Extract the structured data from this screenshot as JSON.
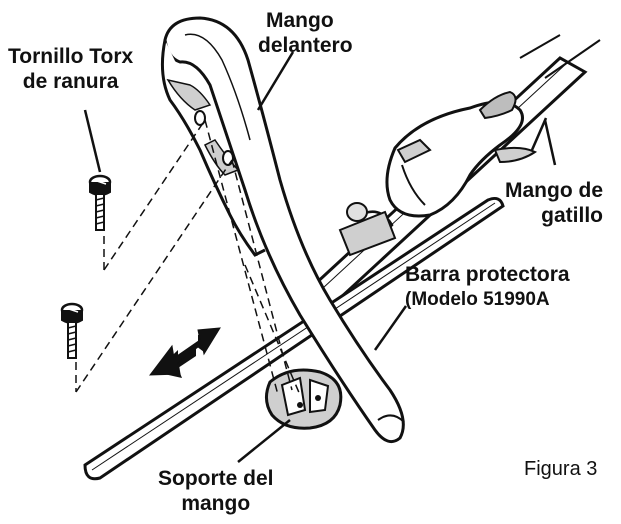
{
  "labels": {
    "front_handle": {
      "line1": "Mango",
      "line2": "delantero"
    },
    "torx_screw": {
      "line1": "Tornillo Torx",
      "line2": "de ranura"
    },
    "trigger_handle": {
      "line1": "Mango de",
      "line2": "gatillo"
    },
    "guard_bar": {
      "line1": "Barra protectora",
      "line2": "(Modelo  51990A"
    },
    "handle_bracket": {
      "line1": "Soporte del",
      "line2": "mango"
    }
  },
  "caption": "Figura 3",
  "colors": {
    "ink": "#111111",
    "paper": "#ffffff",
    "shade": "#cfcfcf"
  },
  "icons": [
    "slotted-torx-screw",
    "double-headed-arrow"
  ]
}
